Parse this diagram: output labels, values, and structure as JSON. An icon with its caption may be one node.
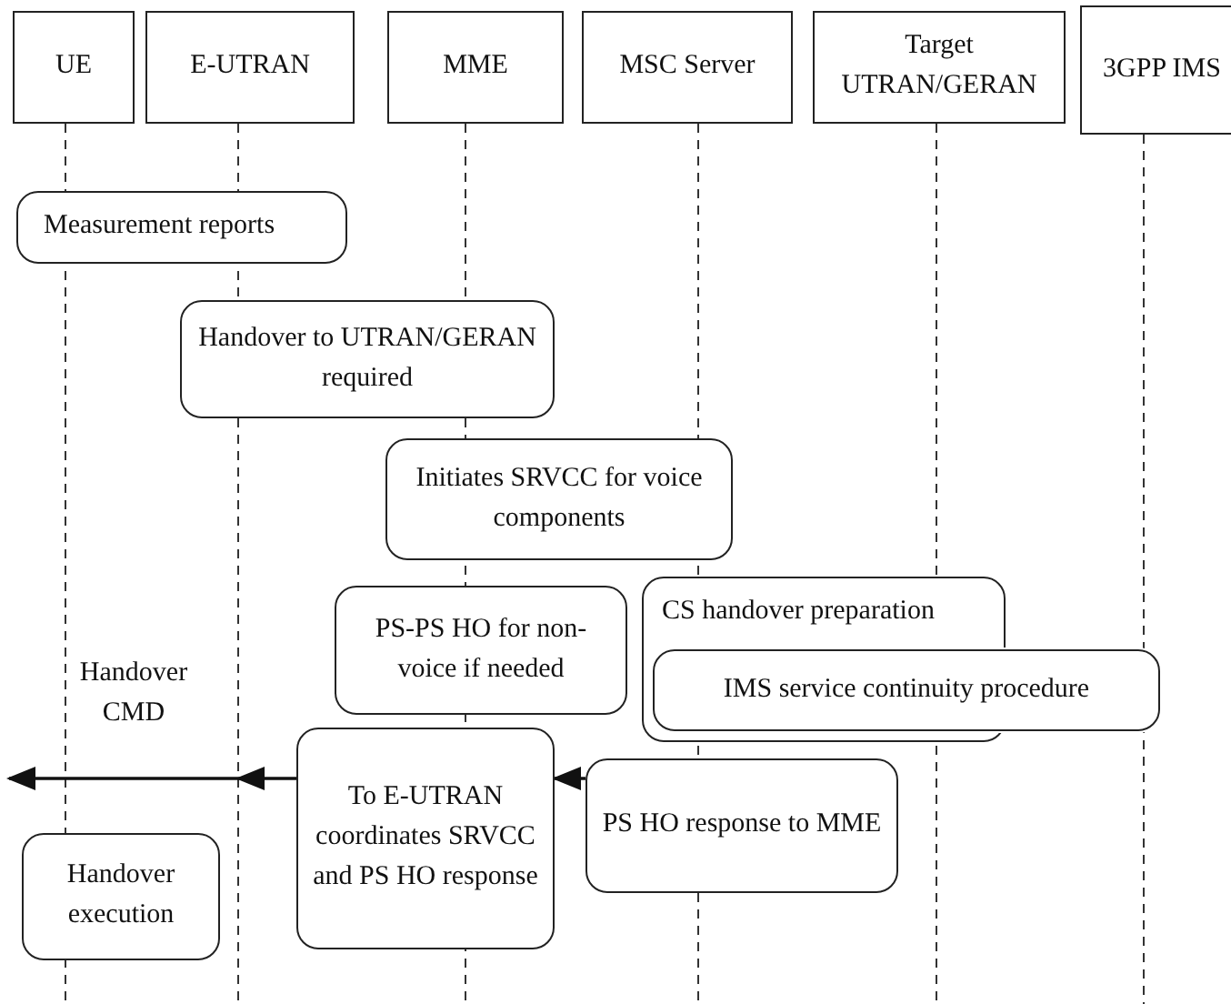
{
  "diagram": {
    "nodes": [
      {
        "text": [
          "UE"
        ]
      },
      {
        "text": [
          "E-UTRAN"
        ]
      },
      {
        "text": [
          "MME"
        ]
      },
      {
        "text": [
          "MSC Server"
        ]
      },
      {
        "text": [
          "Target UTRAN/GERAN"
        ]
      },
      {
        "text": [
          "3GPP IMS"
        ]
      },
      {
        "text": [
          "Measurement reports"
        ]
      },
      {
        "text": [
          "Handover to UTRAN/GERAN required"
        ]
      },
      {
        "text": [
          "Initiates SRVCC for voice components"
        ]
      },
      {
        "text": [
          "PS-PS HO for non-voice if needed"
        ]
      },
      {
        "text": [
          "CS handover preparation"
        ]
      },
      {
        "text": [
          "IMS service continuity procedure"
        ]
      },
      {
        "text": [
          "To E-UTRAN coordinates SRVCC and PS HO response"
        ]
      },
      {
        "text": [
          "PS HO response to MME"
        ]
      },
      {
        "text": [
          "Handover execution"
        ]
      }
    ],
    "edges": [
      {
        "from": 13,
        "to": 12,
        "arrow": "to"
      },
      {
        "from": 12,
        "to": null,
        "arrow": "to",
        "label": "Handover CMD"
      }
    ]
  }
}
